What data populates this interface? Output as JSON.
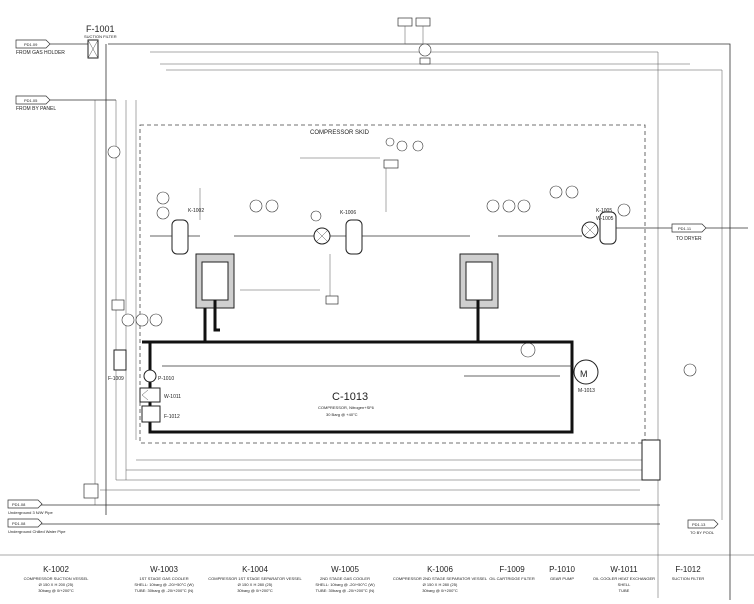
{
  "diagram": {
    "skid_title": "COMPRESSOR SKID",
    "compressor_tag": "C-1013",
    "compressor_desc": "COMPRESSOR, Nitrogen+SF6",
    "compressor_rating": "30 Barg @ +40°C",
    "suction_filter_tag": "F-1001",
    "suction_filter_label": "SUCTION FILTER",
    "inlet_1": {
      "tag": "PD1.09",
      "caption": "FROM GAS HOLDER"
    },
    "inlet_2": {
      "tag": "PD1.05",
      "caption": "FROM BY PANEL"
    },
    "outlet": {
      "tag": "PD1.11",
      "caption": "TO DRYER"
    },
    "supply_1": {
      "tag": "PD1.08",
      "caption": "Underground 3 N/W Pipe"
    },
    "supply_2": {
      "tag": "PD1.08",
      "caption": "Underground Chilled Water Pipe"
    },
    "pool": {
      "tag": "PD1.13",
      "caption": "TO BY POOL"
    },
    "equipment_tags": {
      "k1002": "K-1002",
      "k1006": "K-1006",
      "k1005": "K-1005",
      "w1005": "W-1005",
      "f1009": "F-1009",
      "p1010": "P-1010",
      "w1011": "W-1011",
      "f1012": "F-1012",
      "m1013": "M-1013"
    }
  },
  "legend": [
    {
      "tag": "K-1002",
      "desc": "COMPRESSOR SUCTION VESSEL",
      "spec1": "Ø 150 X H 200 (25)",
      "spec2": "30barg @ 0/+200°C"
    },
    {
      "tag": "W-1003",
      "desc": "1ST STAGE GAS COOLER",
      "spec1": "SHELL: 10barg @ -20/+50°C (W)",
      "spec2": "TUBE: 30barg @ -20/+200°C (N)"
    },
    {
      "tag": "K-1004",
      "desc": "COMPRESSOR 1ST STAGE SEPARATOR VESSEL",
      "spec1": "Ø 150 X H 280 (25)",
      "spec2": "30barg @ 0/+200°C"
    },
    {
      "tag": "W-1005",
      "desc": "2ND STAGE GAS COOLER",
      "spec1": "SHELL: 10barg @ -20/+50°C (W)",
      "spec2": "TUBE: 30barg @ -20/+200°C (N)"
    },
    {
      "tag": "K-1006",
      "desc": "COMPRESSOR 2ND STAGE SEPARATOR VESSEL",
      "spec1": "Ø 150 X H 280 (25)",
      "spec2": "30barg @ 0/+200°C"
    },
    {
      "tag": "F-1009",
      "desc": "OIL CARTRIDGE FILTER",
      "spec1": "",
      "spec2": ""
    },
    {
      "tag": "P-1010",
      "desc": "GEAR PUMP",
      "spec1": "",
      "spec2": ""
    },
    {
      "tag": "W-1011",
      "desc": "OIL COOLER HEAT EXCHANGER",
      "spec1": "SHELL",
      "spec2": "TUBE"
    },
    {
      "tag": "F-1012",
      "desc": "SUCTION FILTER",
      "spec1": "",
      "spec2": ""
    }
  ]
}
